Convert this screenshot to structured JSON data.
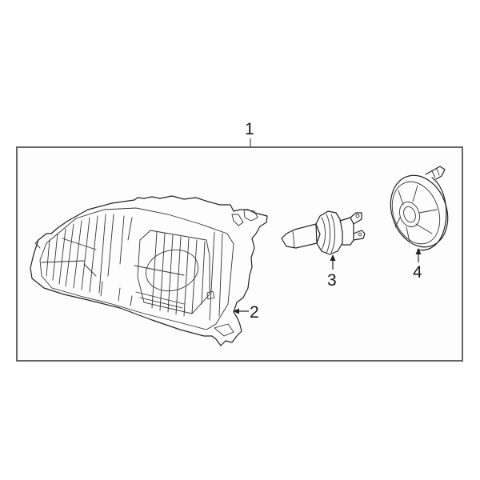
{
  "diagram": {
    "type": "exploded-parts-diagram",
    "subject": "Headlamp assembly",
    "callouts": [
      {
        "id": "1",
        "label": "1",
        "part": "headlamp-assembly"
      },
      {
        "id": "2",
        "label": "2",
        "part": "headlamp-housing"
      },
      {
        "id": "3",
        "label": "3",
        "part": "headlamp-bulb"
      },
      {
        "id": "4",
        "label": "4",
        "part": "bulb-socket-cover"
      }
    ],
    "colors": {
      "background": "#ffffff",
      "line": "#222222",
      "frame": "#555555"
    }
  }
}
